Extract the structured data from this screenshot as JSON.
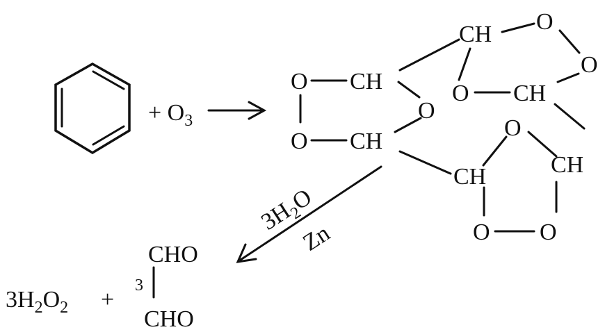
{
  "reaction": {
    "reagent_plus": "+ O",
    "reagent_sub": "3",
    "conditions_top_coef": "3H",
    "conditions_top_sub": "2",
    "conditions_top_tail": "O",
    "conditions_bottom": "Zn"
  },
  "ozonide": {
    "ring1": {
      "o_top": "O",
      "ch_top": "CH",
      "o_bottom": "O",
      "ch_bottom": "CH",
      "o_right": "O"
    },
    "ring2": {
      "ch_top": "CH",
      "o_top": "O",
      "o_right": "O",
      "ch_bottom": "CH",
      "o_left": "O"
    },
    "ring3": {
      "ch_left": "CH",
      "o_top": "O",
      "ch_right": "CH",
      "o_bottom_left": "O",
      "o_bottom_right": "O"
    }
  },
  "products": {
    "peroxide_coef": "3H",
    "peroxide_sub1": "2",
    "peroxide_mid": "O",
    "peroxide_sub2": "2",
    "plus": "+",
    "glyoxal_coef": "3",
    "glyoxal_top": "CHO",
    "glyoxal_bottom": "CHO"
  }
}
